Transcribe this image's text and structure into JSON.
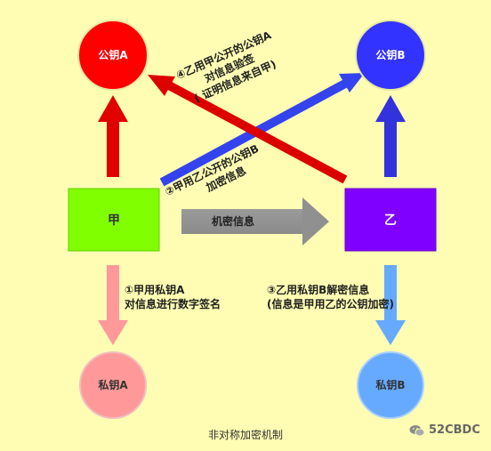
{
  "nodes": {
    "pubA": {
      "label": "公钥A",
      "color": "#ff0000"
    },
    "pubB": {
      "label": "公钥B",
      "color": "#3333ff"
    },
    "jia": {
      "label": "甲",
      "color": "#80ff00"
    },
    "yi": {
      "label": "乙",
      "color": "#8000ff"
    },
    "privA": {
      "label": "私钥A",
      "color": "#ff9999"
    },
    "privB": {
      "label": "私钥B",
      "color": "#66aaff"
    }
  },
  "arrows": {
    "middle_label": "机密信息"
  },
  "annotations": {
    "step1_line1": "①甲用私钥A",
    "step1_line2": "对信息进行数字签名",
    "step2_line1": "②甲用乙公开的公钥B",
    "step2_line2": "加密信息",
    "step3_line1": "③乙用私钥B解密信息",
    "step3_line2": "(信息是甲用乙的公钥加密)",
    "step4_line1": "④乙用甲公开的公钥A",
    "step4_line2": "对信息验签",
    "step4_line3": "( 证明信息来自甲)"
  },
  "caption": "非对称加密机制",
  "watermark": "52CBDC"
}
